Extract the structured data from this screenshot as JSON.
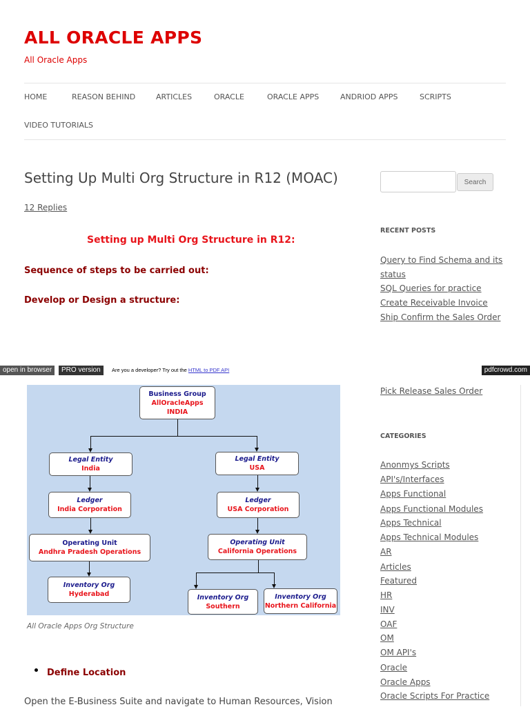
{
  "site": {
    "title": "ALL ORACLE APPS",
    "tagline": "All Oracle Apps"
  },
  "nav": [
    "HOME",
    "REASON BEHIND",
    "ARTICLES",
    "ORACLE",
    "ORACLE APPS",
    "ANDRIOD APPS",
    "SCRIPTS",
    "VIDEO TUTORIALS"
  ],
  "post": {
    "title": "Setting Up Multi Org Structure in R12 (MOAC)",
    "replies": "12 Replies",
    "heading": "Setting up Multi Org Structure in R12:",
    "sequence": "Sequence of steps to be carried out:",
    "develop": "Develop or Design a structure:",
    "caption": "All Oracle Apps Org Structure",
    "bullet": "Define Location",
    "para": "Open the E-Business Suite and navigate to Human Resources, Vision"
  },
  "pdfcrowd": {
    "open": "open in browser",
    "pro": "PRO version",
    "prompt": "Are you a developer? Try out the",
    "link": "HTML to PDF API",
    "brand": "pdfcrowd.com"
  },
  "diagram": {
    "bg": {
      "type": "Business Group",
      "name": "AllOracleApps",
      "sub": "INDIA"
    },
    "le_india": {
      "type": "Legal Entity",
      "name": "India"
    },
    "le_usa": {
      "type": "Legal Entity",
      "name": "USA"
    },
    "ledger_india": {
      "type": "Ledger",
      "name": "India Corporation"
    },
    "ledger_usa": {
      "type": "Ledger",
      "name": "USA Corporation"
    },
    "ou_india": {
      "type": "Operating Unit",
      "name": "Andhra Pradesh Operations"
    },
    "ou_usa": {
      "type": "Operating Unit",
      "name": "California Operations"
    },
    "inv_hyd": {
      "type": "Inventory Org",
      "name": "Hyderabad"
    },
    "inv_south": {
      "type": "Inventory Org",
      "name": "Southern"
    },
    "inv_nc": {
      "type": "Inventory Org",
      "name": "Northern California"
    }
  },
  "sidebar": {
    "search_button": "Search",
    "search_value": "",
    "recent_title": "RECENT POSTS",
    "recent": [
      "Query to Find Schema and its",
      "status",
      "SQL Queries for practice",
      "Create Receivable Invoice",
      "Ship Confirm the Sales Order",
      "Pick Release Sales Order"
    ],
    "categories_title": "CATEGORIES",
    "categories": [
      "Anonmys Scripts",
      "API's/Interfaces",
      "Apps Functional",
      "Apps Functional Modules",
      "Apps Technical",
      "Apps Technical Modules",
      "AR",
      "Articles",
      "Featured",
      "HR",
      "INV",
      "OAF",
      "OM",
      "OM API's",
      "Oracle",
      "Oracle Apps",
      "Oracle Scripts For Practice"
    ]
  },
  "colors": {
    "brand": "#dd0000",
    "heading": "#8b0000",
    "diagram_bg": "#c5d8ef"
  }
}
